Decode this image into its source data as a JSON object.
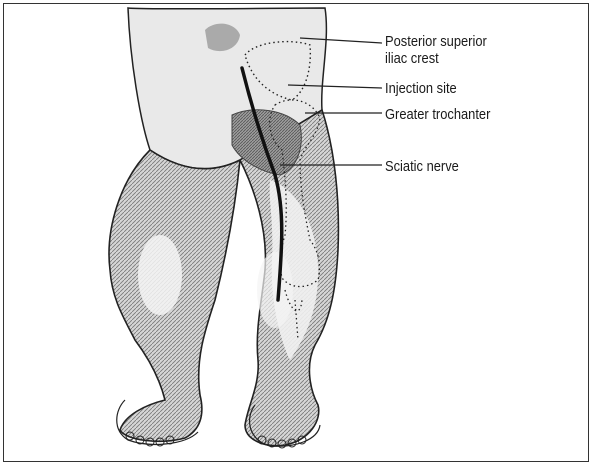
{
  "labels": {
    "posterior_superior_iliac_crest": [
      "Posterior superior",
      "iliac crest"
    ],
    "injection_site": "Injection site",
    "greater_trochanter": "Greater trochanter",
    "sciatic_nerve": "Sciatic nerve"
  },
  "colors": {
    "line": "#222222",
    "skin_shade": "#8a8a8a",
    "muscle": "#9a9a9a"
  }
}
